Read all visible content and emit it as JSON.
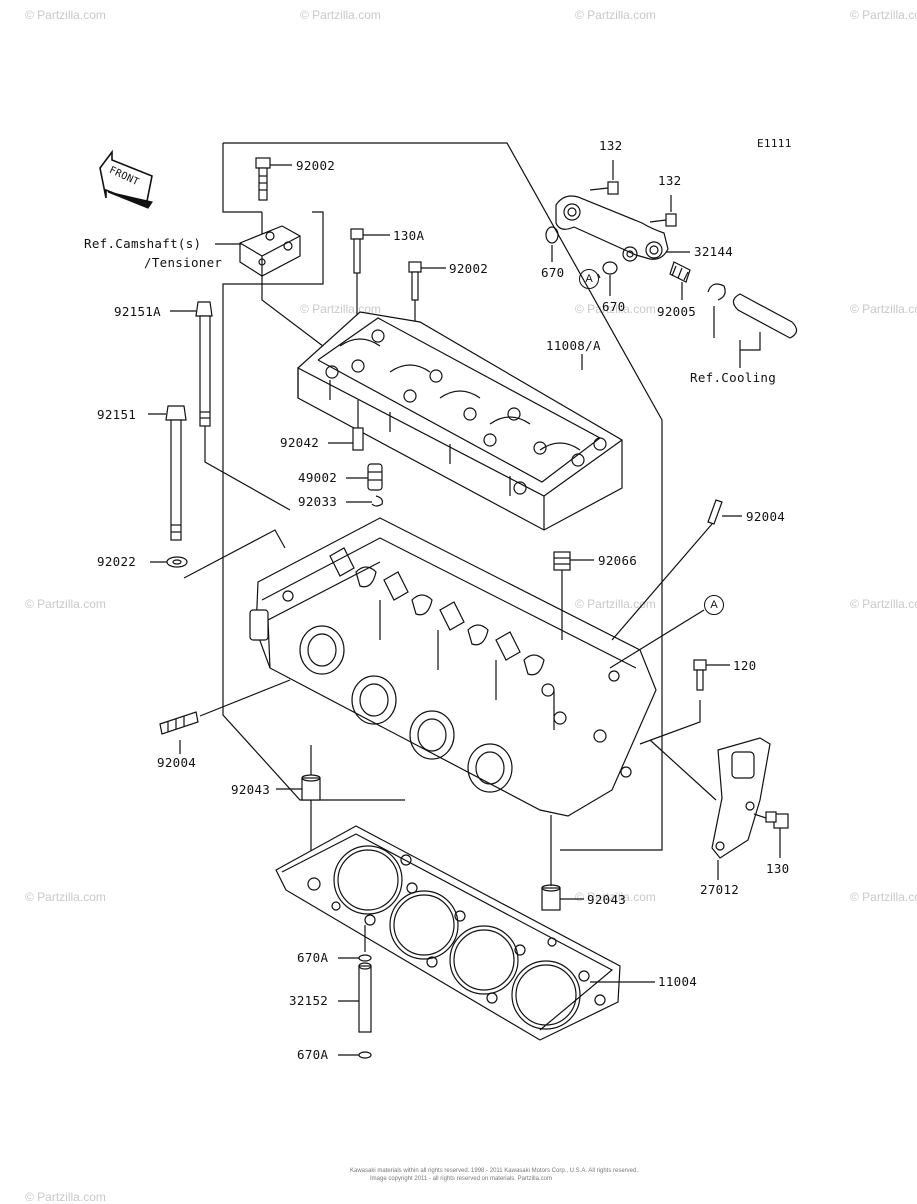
{
  "diagram_code": "E1111",
  "front_label": "FRONT",
  "watermark": "© Partzilla.com",
  "markers": {
    "a": "A"
  },
  "parts": {
    "p92002_top": "92002",
    "p130A": "130A",
    "p92002_mid": "92002",
    "ref_camshaft_1": "Ref.Camshaft(s)",
    "ref_camshaft_2": "/Tensioner",
    "p92151A": "92151A",
    "p92151": "92151",
    "p92042": "92042",
    "p49002": "49002",
    "p92033": "92033",
    "p92022": "92022",
    "p92004_left": "92004",
    "p92043_left": "92043",
    "p670A_top": "670A",
    "p32152": "32152",
    "p670A_bot": "670A",
    "p132_a": "132",
    "p132_b": "132",
    "p32144": "32144",
    "p670_a": "670",
    "p670_b": "670",
    "p92005": "92005",
    "ref_cooling": "Ref.Cooling",
    "p11008A": "11008/A",
    "p92004_right": "92004",
    "p92066": "92066",
    "p120": "120",
    "p130": "130",
    "p27012": "27012",
    "p92043_right": "92043",
    "p11004": "11004"
  },
  "footer": {
    "line1": "Kawasaki materials within all rights reserved. 1998 - 2011 Kawasaki Motors Corp., U.S.A. All rights reserved.",
    "line2": "Image copyright 2011 - all rights reserved on materials. Partzilla.com"
  }
}
